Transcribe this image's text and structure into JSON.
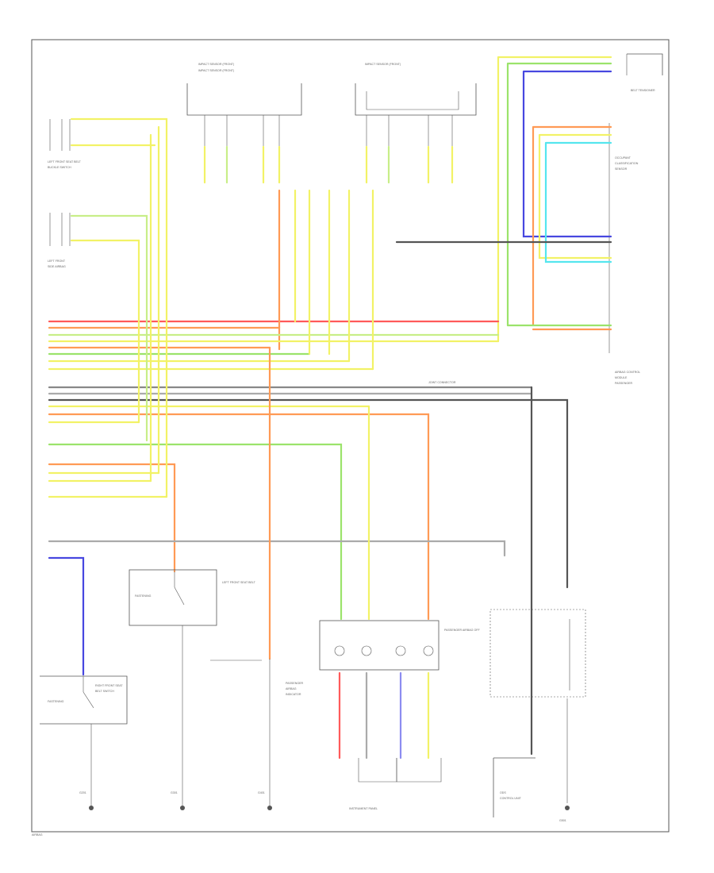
{
  "colors": {
    "yellow": "#f2f266",
    "red": "#ff5a5a",
    "orange": "#ff9a55",
    "green": "#9be36b",
    "lightgreen": "#c8ee88",
    "blue": "#4747e0",
    "purple": "#8c8cf0",
    "cyan": "#55e6ee",
    "gray": "#888888",
    "darkgray": "#555555",
    "black": "#222222"
  },
  "labels": {
    "front_impact_left_title": "IMPACT SENSOR (FRONT)",
    "front_impact_right_title": "IMPACT SENSOR (FRONT)",
    "left_seat_label": "LEFT FRONT SEAT BELT",
    "left_seat_label_2": "BUCKLE SWITCH",
    "right_seat_label": "LEFT FRONT",
    "right_seat_label_2": "SIDE AIRBAG",
    "belt_tensioner_label": "BELT TENSIONER",
    "occupant_label": "OCCUPANT",
    "occupant_label_2": "CLASSIFICATION",
    "occupant_label_3": "SENSOR",
    "module_label": "AIRBAG CONTROL",
    "module_label_2": "MODULE",
    "module_label_3": "PASSENGER",
    "fastening_left": "FASTENING",
    "fastening_right": "FASTENING",
    "center_switch_label": "RIGHT FRONT SEAT",
    "center_switch_label_2": "BELT SWITCH",
    "indicator_label": "PASSENGER",
    "indicator_label_2": "AIRBAG",
    "indicator_label_3": "INDICATOR",
    "dash_label": "PASSENGER AIRBAG OFF",
    "ground_left": "G201",
    "ground_center": "G301",
    "ground_right": "G401",
    "ground_far": "G501",
    "junction_label": "JOINT CONNECTOR",
    "bottom_label": "INSTRUMENT PANEL",
    "bottom_right_label": "ODS",
    "bottom_right_label_2": "CONTROL UNIT",
    "page_tag": "AIRBAG"
  }
}
